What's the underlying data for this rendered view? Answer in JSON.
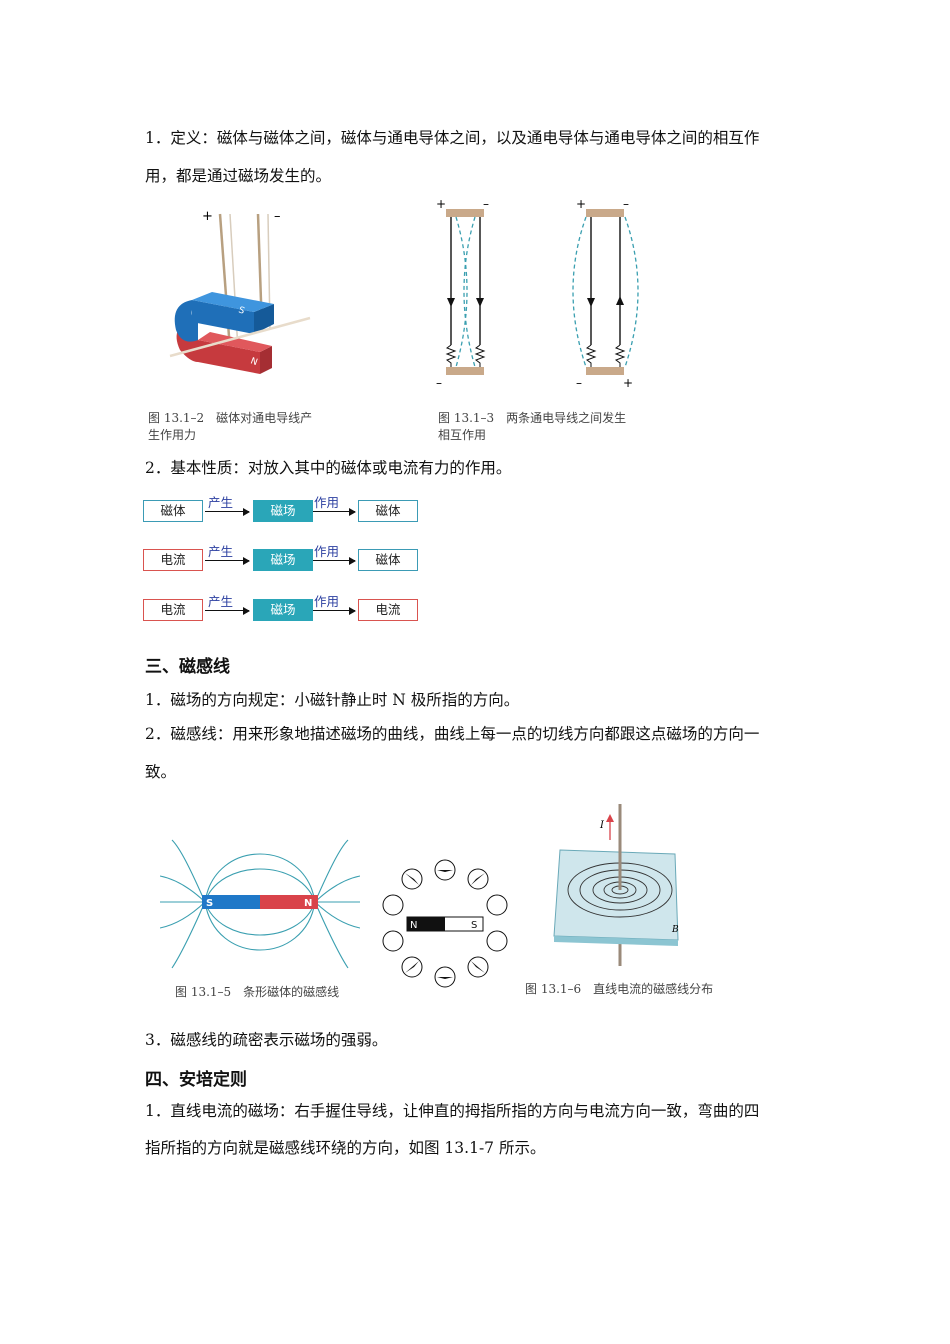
{
  "sec2": {
    "p1_line1": "1．定义：磁体与磁体之间，磁体与通电导体之间，以及通电导体与通电导体之间的相互作",
    "p1_line2": "用，都是通过磁场发生的。",
    "fig2_caption_l1": "图 13.1–2　磁体对通电导线产",
    "fig2_caption_l2": "生作用力",
    "fig3_caption_l1": "图 13.1–3　两条通电导线之间发生",
    "fig3_caption_l2": "相互作用",
    "p2": "2．基本性质：对放入其中的磁体或电流有力的作用。"
  },
  "flows": [
    {
      "from": "磁体",
      "produce": "产生",
      "field": "磁场",
      "act": "作用",
      "to": "磁体"
    },
    {
      "from": "电流",
      "produce": "产生",
      "field": "磁场",
      "act": "作用",
      "to": "磁体"
    },
    {
      "from": "电流",
      "produce": "产生",
      "field": "磁场",
      "act": "作用",
      "to": "电流"
    }
  ],
  "sec3": {
    "title": "三、磁感线",
    "p1": "1．磁场的方向规定：小磁针静止时 N 极所指的方向。",
    "p2_line1": "2．磁感线：用来形象地描述磁场的曲线，曲线上每一点的切线方向都跟这点磁场的方向一",
    "p2_line2": "致。",
    "fig5_caption": "图 13.1–5　条形磁体的磁感线",
    "fig6_caption": "图 13.1–6　直线电流的磁感线分布",
    "p3": "3．磁感线的疏密表示磁场的强弱。"
  },
  "sec4": {
    "title": "四、安培定则",
    "p1_line1": "1．直线电流的磁场：右手握住导线，让伸直的拇指所指的方向与电流方向一致，弯曲的四",
    "p1_line2": "指所指的方向就是磁感线环绕的方向，如图 13.1-7 所示。"
  },
  "figure_labels": {
    "plus": "+",
    "minus": "–",
    "S": "S",
    "N": "N",
    "I": "I",
    "B": "B"
  },
  "colors": {
    "magnet_blue": "#1f78c8",
    "magnet_red": "#d9434a",
    "field_teal": "#2aa6b8",
    "field_line": "#3a9fb0",
    "wood": "#c9a98a"
  }
}
